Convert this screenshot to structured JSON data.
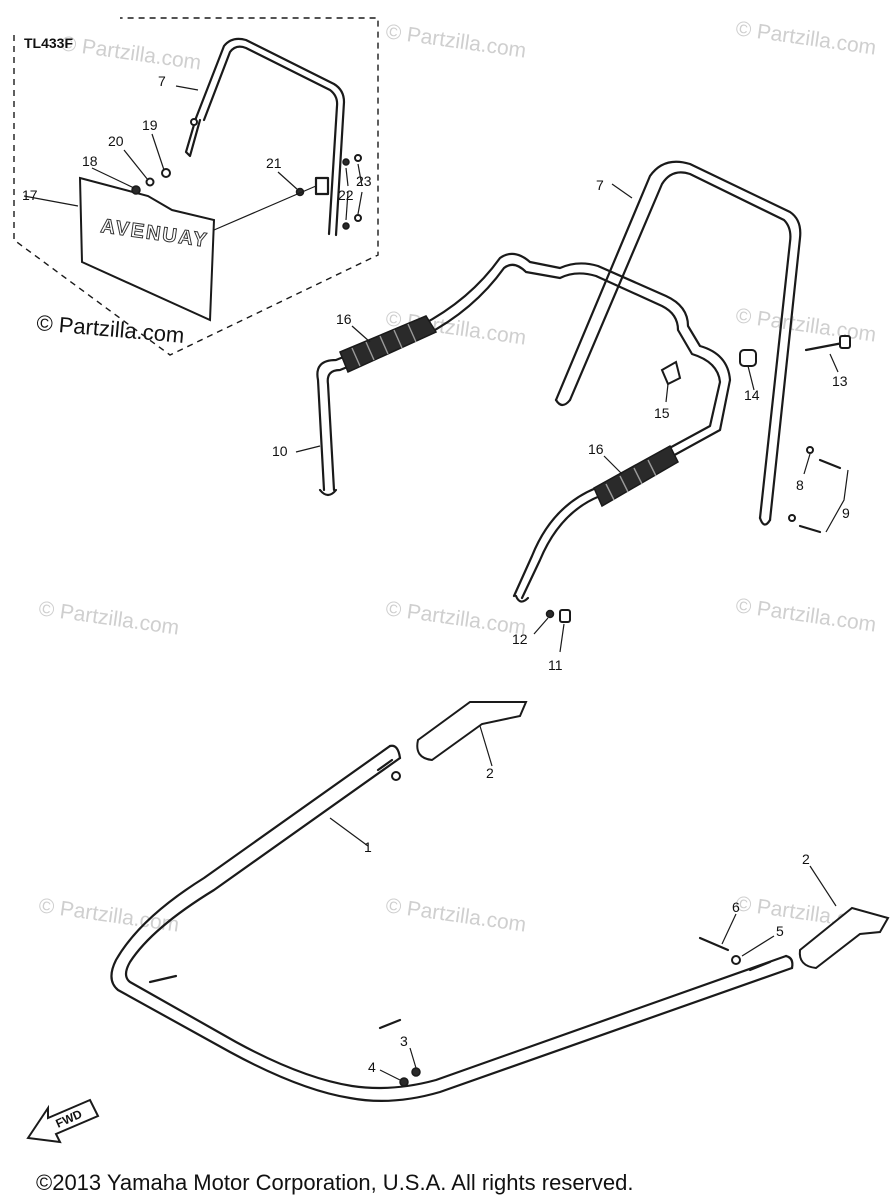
{
  "box_code": "TL433F",
  "plate_text": "AVENUAY",
  "fwd_label": "FWD",
  "copyright": "©2013  Yamaha Motor Corporation, U.S.A. All rights reserved.",
  "watermark": "© Partzilla.com",
  "callouts": {
    "c1": "1",
    "c2a": "2",
    "c2b": "2",
    "c3": "3",
    "c4": "4",
    "c5": "5",
    "c6": "6",
    "c7a": "7",
    "c7b": "7",
    "c8": "8",
    "c9": "9",
    "c10": "10",
    "c11": "11",
    "c12": "12",
    "c13": "13",
    "c14": "14",
    "c15": "15",
    "c16a": "16",
    "c16b": "16",
    "c17": "17",
    "c18": "18",
    "c19": "19",
    "c20": "20",
    "c21": "21",
    "c22": "22",
    "c23": "23"
  }
}
